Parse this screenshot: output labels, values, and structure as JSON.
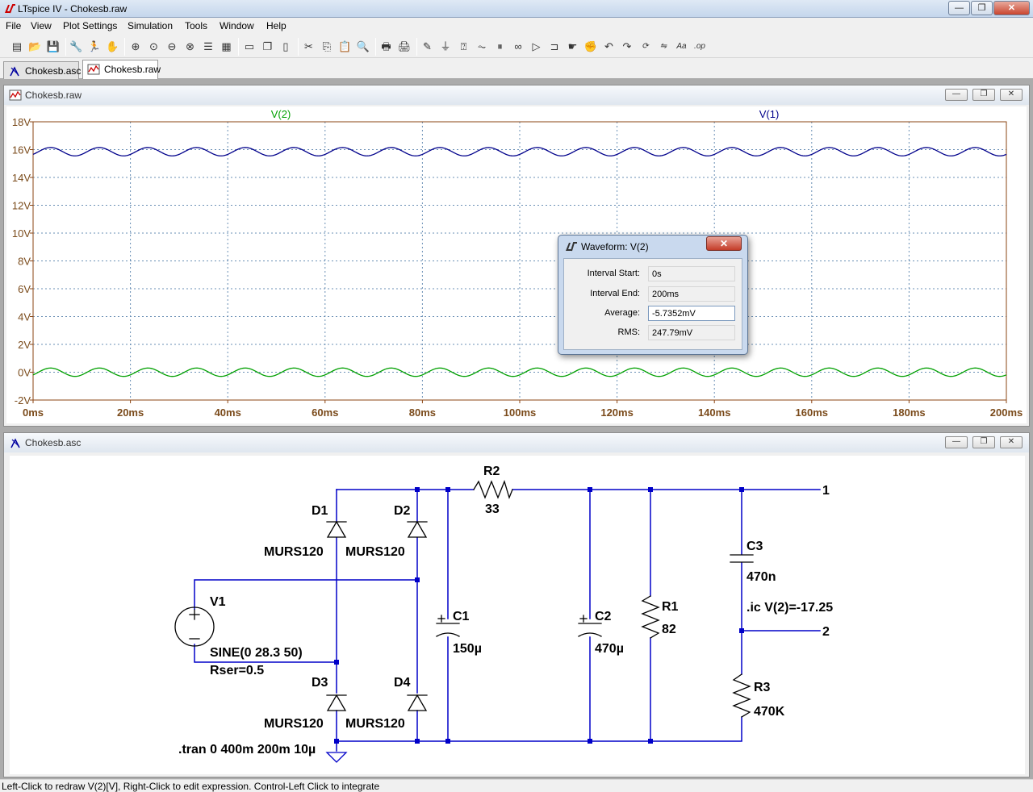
{
  "window": {
    "title": "LTspice IV - Chokesb.raw",
    "controls": {
      "minimize": "—",
      "restore": "❐",
      "close": "✕"
    }
  },
  "menu": [
    "File",
    "View",
    "Plot Settings",
    "Simulation",
    "Tools",
    "Window",
    "Help"
  ],
  "toolbar_icons": [
    "new-schematic-icon",
    "open-icon",
    "save-icon",
    "control-panel-icon",
    "run-icon",
    "halt-icon",
    "zoom-in-icon",
    "zoom-pan-icon",
    "zoom-out-icon",
    "zoom-fit-icon",
    "autoscale-icon",
    "grid-icon",
    "tile-horizontal-icon",
    "cascade-icon",
    "tile-vertical-icon",
    "cut-icon",
    "copy-icon",
    "paste-icon",
    "find-icon",
    "print-setup-icon",
    "print-icon",
    "wire-icon",
    "ground-icon",
    "label-icon",
    "resistor-icon",
    "capacitor-icon",
    "inductor-icon",
    "diode-icon",
    "component-icon",
    "move-icon",
    "drag-icon",
    "undo-icon",
    "redo-icon",
    "rotate-icon",
    "mirror-icon",
    "text-icon",
    "spice-directive-icon"
  ],
  "tabs": [
    {
      "label": "Chokesb.asc",
      "active": false
    },
    {
      "label": "Chokesb.raw",
      "active": true
    }
  ],
  "plot_window": {
    "title": "Chokesb.raw",
    "controls": {
      "minimize": "—",
      "restore": "❐",
      "close": "✕"
    }
  },
  "schematic_window": {
    "title": "Chokesb.asc",
    "controls": {
      "minimize": "—",
      "restore": "❐",
      "close": "✕"
    }
  },
  "chart_data": {
    "type": "line",
    "title": "",
    "xlabel": "",
    "ylabel": "",
    "xlim": [
      0,
      200
    ],
    "ylim": [
      -2,
      18
    ],
    "x_unit": "ms",
    "x_ticks": [
      "0ms",
      "20ms",
      "40ms",
      "60ms",
      "80ms",
      "100ms",
      "120ms",
      "140ms",
      "160ms",
      "180ms",
      "200ms"
    ],
    "y_ticks": [
      "18V",
      "16V",
      "14V",
      "12V",
      "10V",
      "8V",
      "6V",
      "4V",
      "2V",
      "0V",
      "-2V"
    ],
    "grid": true,
    "series": [
      {
        "name": "V(2)",
        "color": "#00a000",
        "center": 0,
        "amplitude": 0.3,
        "ripple_hz": 100
      },
      {
        "name": "V(1)",
        "color": "#00008b",
        "center": 16.0,
        "amplitude": 0.3,
        "ripple_hz": 100
      }
    ]
  },
  "measure_dialog": {
    "title": "Waveform: V(2)",
    "close": "✕",
    "rows": [
      {
        "label": "Interval Start:",
        "value": "0s"
      },
      {
        "label": "Interval End:",
        "value": "200ms"
      },
      {
        "label": "Average:",
        "value": "-5.7352mV"
      },
      {
        "label": "RMS:",
        "value": "247.79mV"
      }
    ]
  },
  "schematic": {
    "wire_color": "#0000c8",
    "components": {
      "D1": {
        "name": "D1",
        "model": "MURS120"
      },
      "D2": {
        "name": "D2",
        "model": "MURS120"
      },
      "D3": {
        "name": "D3",
        "model": "MURS120"
      },
      "D4": {
        "name": "D4",
        "model": "MURS120"
      },
      "V1": {
        "name": "V1",
        "value": "SINE(0 28.3 50)",
        "extra": "Rser=0.5"
      },
      "R2": {
        "name": "R2",
        "value": "33"
      },
      "C1": {
        "name": "C1",
        "value": "150µ"
      },
      "C2": {
        "name": "C2",
        "value": "470µ"
      },
      "R1": {
        "name": "R1",
        "value": "82"
      },
      "C3": {
        "name": "C3",
        "value": "470n"
      },
      "R3": {
        "name": "R3",
        "value": "470K"
      }
    },
    "net_labels": {
      "n1": "1",
      "n2": "2"
    },
    "directives": {
      "ic": ".ic V(2)=-17.25",
      "tran": ".tran 0 400m 200m 10µ"
    }
  },
  "status": "Left-Click to redraw V(2)[V],  Right-Click to edit expression. Control-Left Click to integrate"
}
